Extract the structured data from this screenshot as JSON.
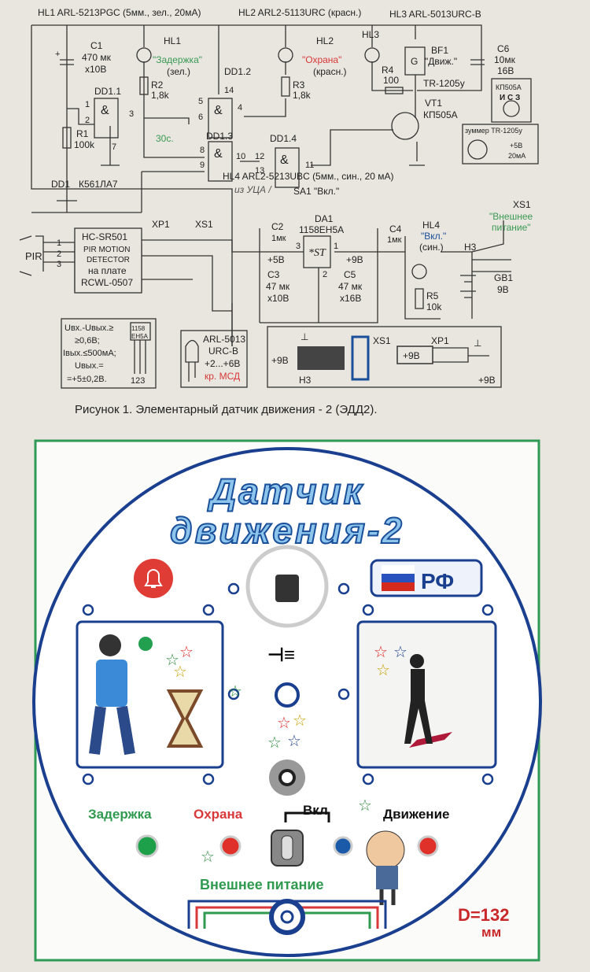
{
  "schematic": {
    "header": {
      "hl1": "HL1  ARL-5213PGC (5мм., зел., 20мА)",
      "hl2": "HL2  ARL2-5113URC (красн.)",
      "hl3": "HL3  ARL-5013URC-B"
    },
    "c1": [
      "C1",
      "470 мк",
      "х10В"
    ],
    "hl1": [
      "HL1",
      "\"Задержка\"",
      "(зел.)"
    ],
    "hl2": [
      "HL2",
      "\"Охрана\"",
      "(красн.)"
    ],
    "hl3": "HL3",
    "r2": [
      "R2",
      "1,8k"
    ],
    "r3": [
      "R3",
      "1,8k"
    ],
    "r1": [
      "R1",
      "100k"
    ],
    "r4": [
      "R4",
      "100"
    ],
    "bf1": [
      "BF1",
      "\"Движ.\"",
      "TR-1205у",
      "G"
    ],
    "c6": [
      "C6",
      "10мк",
      "16В"
    ],
    "kp505a_box": [
      "КП505А",
      "И С З"
    ],
    "vt1": [
      "VT1",
      "КП505А"
    ],
    "buzzer_box": [
      "зуммер TR-1205у",
      "+5В",
      "20мА"
    ],
    "gates": [
      "DD1.1",
      "DD1.2",
      "DD1.3",
      "DD1.4",
      "&"
    ],
    "pins": [
      "1",
      "2",
      "3",
      "7",
      "5",
      "6",
      "14",
      "4",
      "8",
      "9",
      "10",
      "12",
      "13",
      "11"
    ],
    "delay": "30с.",
    "dd1": [
      "DD1",
      "К561ЛА7"
    ],
    "hl4_header": "HL4  ARL2-5213UBC (5мм., син., 20 мА)",
    "handwritten": "из УЦА /",
    "sa1": "SA1 \"Вкл.\"",
    "xs1_ext": [
      "XS1",
      "\"Внешнее",
      "питание\""
    ],
    "xp1": "XP1",
    "xs1": "XS1",
    "pir": "PIR",
    "pir_pins": [
      "1",
      "2",
      "3"
    ],
    "hc_sr501": [
      "HC-SR501",
      "PIR MOTION",
      "DETECTOR",
      "на плате",
      "RCWL-0507"
    ],
    "da1": [
      "DA1",
      "1158ЕН5А",
      "*ST",
      "3",
      "1",
      "2"
    ],
    "c2": [
      "C2",
      "1мк"
    ],
    "c4": [
      "C4",
      "1мк"
    ],
    "c3": [
      "C3",
      "47 мк",
      "х10В"
    ],
    "c5": [
      "C5",
      "47 мк",
      "х16В"
    ],
    "v5": "+5В",
    "v9": "+9В",
    "hl4": [
      "HL4",
      "\"Вкл.\"",
      "(син.)"
    ],
    "h3": "H3",
    "gb1": [
      "GB1",
      "9В"
    ],
    "r5": [
      "R5",
      "10k"
    ],
    "spec_box": [
      "Uвх.-Uвых.≥",
      "≥0,6В;",
      "Iвых.≤500мА;",
      "Uвых.=",
      "=+5±0,2В.",
      "1158",
      "ЕН5А",
      "123"
    ],
    "led_box": [
      "ARL-5013",
      "URC-B",
      "+2...+6В",
      "кр. МСД"
    ],
    "connector_box": [
      "+9В",
      "Н3",
      "XS1",
      "XP1",
      "+9В",
      "+9В",
      "⊥",
      "⊥"
    ],
    "caption": "Рисунок 1.   Элементарный датчик движения - 2 (ЭДД2)."
  },
  "panel": {
    "title_line1": "Датчик",
    "title_line2": "движения-2",
    "flag_label": "РФ",
    "labels": {
      "delay": "Задержка",
      "guard": "Охрана",
      "on": "Вкл",
      "motion": "Движение",
      "external_power": "Внешнее питание"
    },
    "diameter": [
      "D=132",
      "мм"
    ]
  },
  "colors": {
    "green": "#2f9a50",
    "red": "#d8383a",
    "blue": "#1a3f8f",
    "panel_border": "#2e9a56"
  }
}
